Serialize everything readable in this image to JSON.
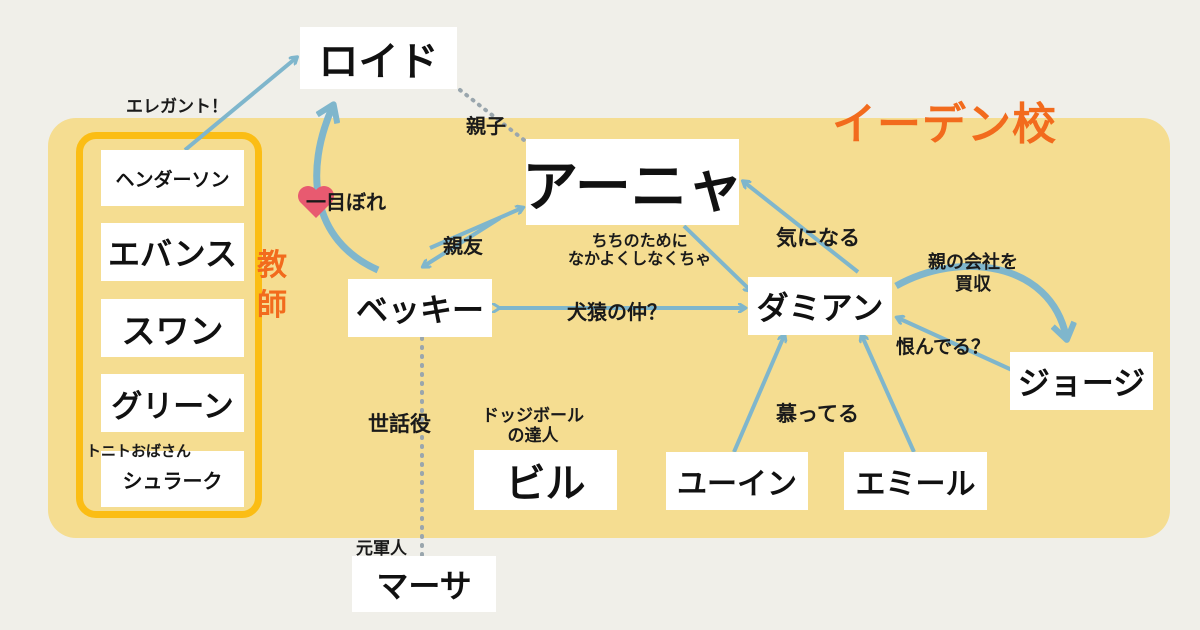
{
  "colors": {
    "background": "#f0efe9",
    "school_zone": "#f5dd91",
    "accent_orange": "#f26b1d",
    "teacher_frame": "#fbbd14",
    "arrow_blue": "#7fb6cc",
    "heart": "#e85a70"
  },
  "zone": {
    "title": "イーデン校"
  },
  "teachers": {
    "label": "教師",
    "names": [
      "ヘンダーソン",
      "エバンス",
      "スワン",
      "グリーン",
      "シュラーク"
    ],
    "note": "トニトおばさん"
  },
  "characters": {
    "loid": "ロイド",
    "anya": "アーニャ",
    "becky": "ベッキー",
    "damian": "ダミアン",
    "george": "ジョージ",
    "bill": "ビル",
    "ewen": "ユーイン",
    "emile": "エミール",
    "martha": "マーサ"
  },
  "relations": {
    "elegant": "エレガント！",
    "parent_child": "親子",
    "crush": "一目ぼれ",
    "best_friend": "親友",
    "for_chichi": "ちちのために\nなかよくしなくちゃ",
    "curious": "気になる",
    "rivals": "犬猿の仲？",
    "father_company": "親の会社を\n買収",
    "grudge": "恨んでる？",
    "admire": "慕ってる",
    "caretaker": "世話役",
    "dodgeball": "ドッジボール\nの達人",
    "ex_soldier": "元軍人"
  }
}
